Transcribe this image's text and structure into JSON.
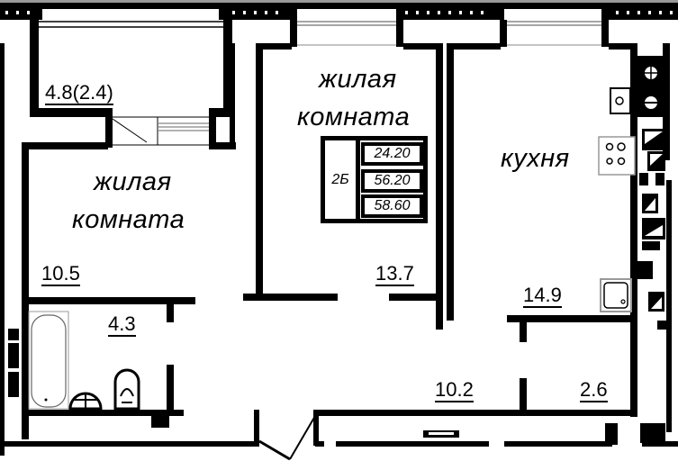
{
  "rooms": [
    {
      "id": "balcony",
      "label": "",
      "area": "4.8(2.4)"
    },
    {
      "id": "living-room-1",
      "label_line1": "жилая",
      "label_line2": "комната",
      "area": "10.5"
    },
    {
      "id": "living-room-2",
      "label_line1": "жилая",
      "label_line2": "комната",
      "area": "13.7"
    },
    {
      "id": "kitchen",
      "label": "кухня",
      "area": "14.9"
    },
    {
      "id": "bathroom",
      "label": "",
      "area": "4.3"
    },
    {
      "id": "hallway",
      "label": "",
      "area": "10.2"
    },
    {
      "id": "storage",
      "label": "",
      "area": "2.6"
    }
  ],
  "spec": {
    "type": "2Б",
    "living_area": "24.20",
    "total_area": "56.20",
    "total_with_balcony": "58.60"
  },
  "colors": {
    "wall": "#000000",
    "background": "#ffffff",
    "fixture_outline": "#888888"
  }
}
